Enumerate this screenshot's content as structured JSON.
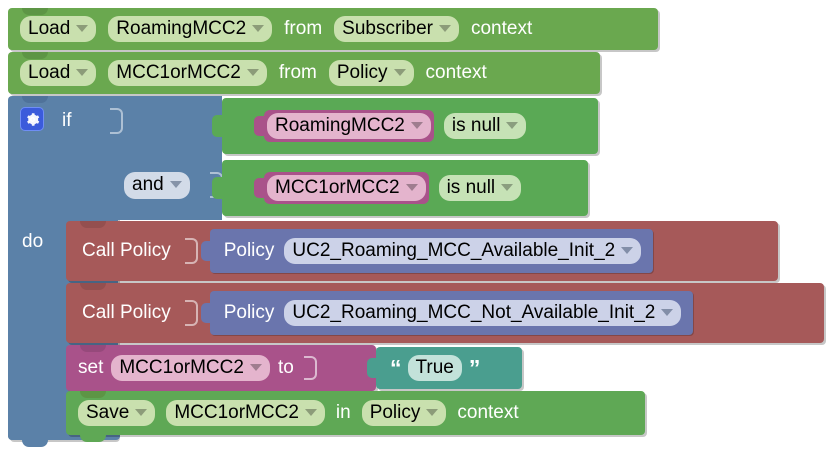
{
  "app": {
    "kind": "blockly-visual-program",
    "canvas_background": "#ffffff"
  },
  "colors": {
    "context_block": "#6aa84f",
    "control_block": "#5b81a8",
    "logic_block": "#5aa955",
    "call_block": "#a65959",
    "set_block": "#a9528a",
    "policy_block": "#6a75ad",
    "text_block": "#4a9e8f",
    "gear_icon": "#3b5bdb"
  },
  "blocks": {
    "load_1": {
      "action": "Load",
      "variable": "RoamingMCC2",
      "preposition": "from",
      "context": "Subscriber",
      "suffix": "context"
    },
    "load_2": {
      "action": "Load",
      "variable": "MCC1orMCC2",
      "preposition": "from",
      "context": "Policy",
      "suffix": "context"
    },
    "if_block": {
      "if_label": "if",
      "do_label": "do",
      "gear_icon": "gear-icon",
      "conditions": [
        {
          "operator": "",
          "variable": "RoamingMCC2",
          "test": "is null"
        },
        {
          "operator": "and",
          "variable": "MCC1orMCC2",
          "test": "is null"
        }
      ],
      "body": {
        "call_1": {
          "label": "Call Policy",
          "field_label": "Policy",
          "value": "UC2_Roaming_MCC_Available_Init_2"
        },
        "call_2": {
          "label": "Call Policy",
          "field_label": "Policy",
          "value": "UC2_Roaming_MCC_Not_Available_Init_2"
        },
        "set_1": {
          "label": "set",
          "variable": "MCC1orMCC2",
          "to_label": "to",
          "open_quote": "“",
          "text_value": "True",
          "close_quote": "”"
        },
        "save_1": {
          "action": "Save",
          "variable": "MCC1orMCC2",
          "preposition": "in",
          "context": "Policy",
          "suffix": "context"
        }
      }
    }
  }
}
